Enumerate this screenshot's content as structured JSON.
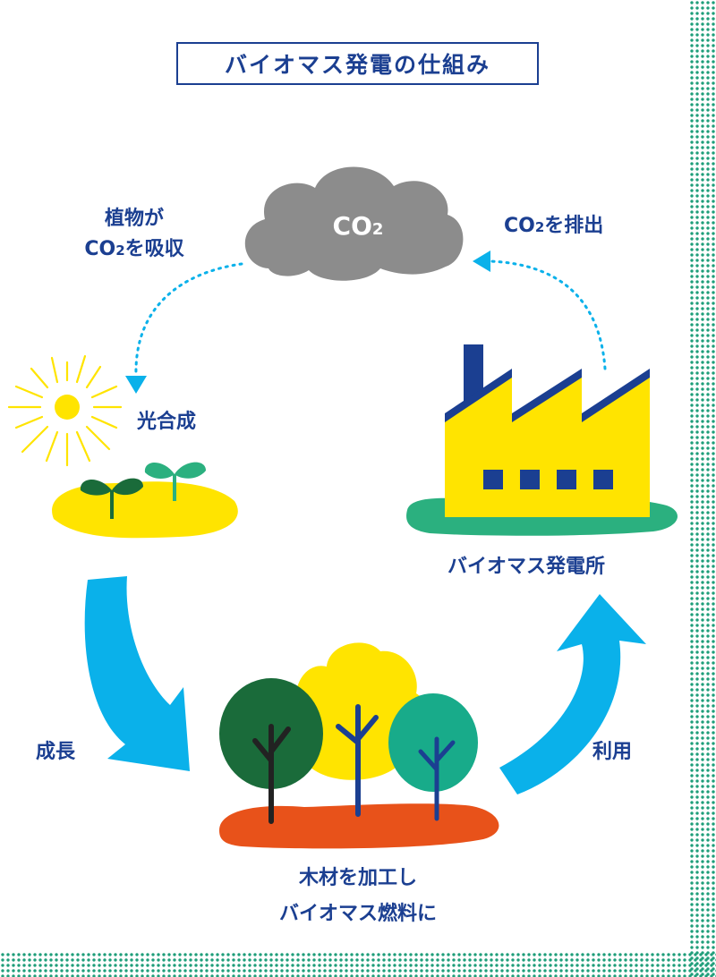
{
  "title": "バイオマス発電の仕組み",
  "cloud_label": {
    "main": "CO",
    "sub": "2"
  },
  "labels": {
    "absorb_line1": "植物が",
    "absorb_line2_a": "CO",
    "absorb_line2_sub": "2",
    "absorb_line2_b": "を吸収",
    "emit_a": "CO",
    "emit_sub": "2",
    "emit_b": "を排出",
    "photosynthesis": "光合成",
    "power_plant": "バイオマス発電所",
    "growth": "成長",
    "use": "利用",
    "fuel_line1": "木材を加工し",
    "fuel_line2": "バイオマス燃料に"
  },
  "colors": {
    "navy": "#1b3f91",
    "cyan": "#0ab1ea",
    "yellow": "#ffe400",
    "gray": "#8c8c8c",
    "green_ground": "#2bb07f",
    "orange_ground": "#e8521a",
    "dot_green": "#1f9e7a"
  }
}
